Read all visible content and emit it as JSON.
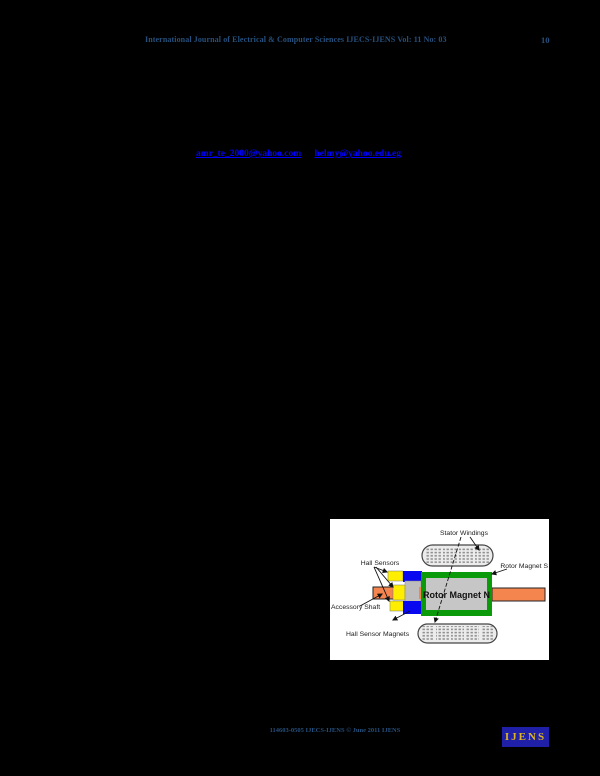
{
  "header": {
    "title": "International Journal of Electrical & Computer Sciences IJECS-IJENS Vol: 11 No: 03",
    "page_number": "10",
    "color": "#26507d"
  },
  "links": [
    {
      "text": "amr_te_2000@yahoo.com"
    },
    {
      "text": "helmy@yahoo.edu.eg"
    }
  ],
  "figure": {
    "labels": {
      "stator_windings": "Stator Windings",
      "hall_sensors": "Hall Sensors",
      "rotor_magnet_s": "Rotor Magnet S",
      "rotor_magnet_n": "Rotor Magnet N",
      "accessory_shaft": "Accessory Shaft",
      "hall_sensor_magnets": "Hall Sensor Magnets"
    },
    "colors": {
      "background": "#ffffff",
      "shaft_orange": "#f5854e",
      "rotor_border_green": "#0a9a0a",
      "rotor_fill_gray": "#c6c6c6",
      "magnet_blue": "#0808f0",
      "sensor_yellow": "#ffee00",
      "winding_fill": "#ececec",
      "winding_dots": "#909090"
    }
  },
  "footer": {
    "text": "114603-0505 IJECS-IJENS © June 2011 IJENS",
    "color": "#26507d"
  },
  "logo": {
    "text": "IJENS",
    "bg": "#1f1fa8",
    "color": "#ddb520"
  }
}
